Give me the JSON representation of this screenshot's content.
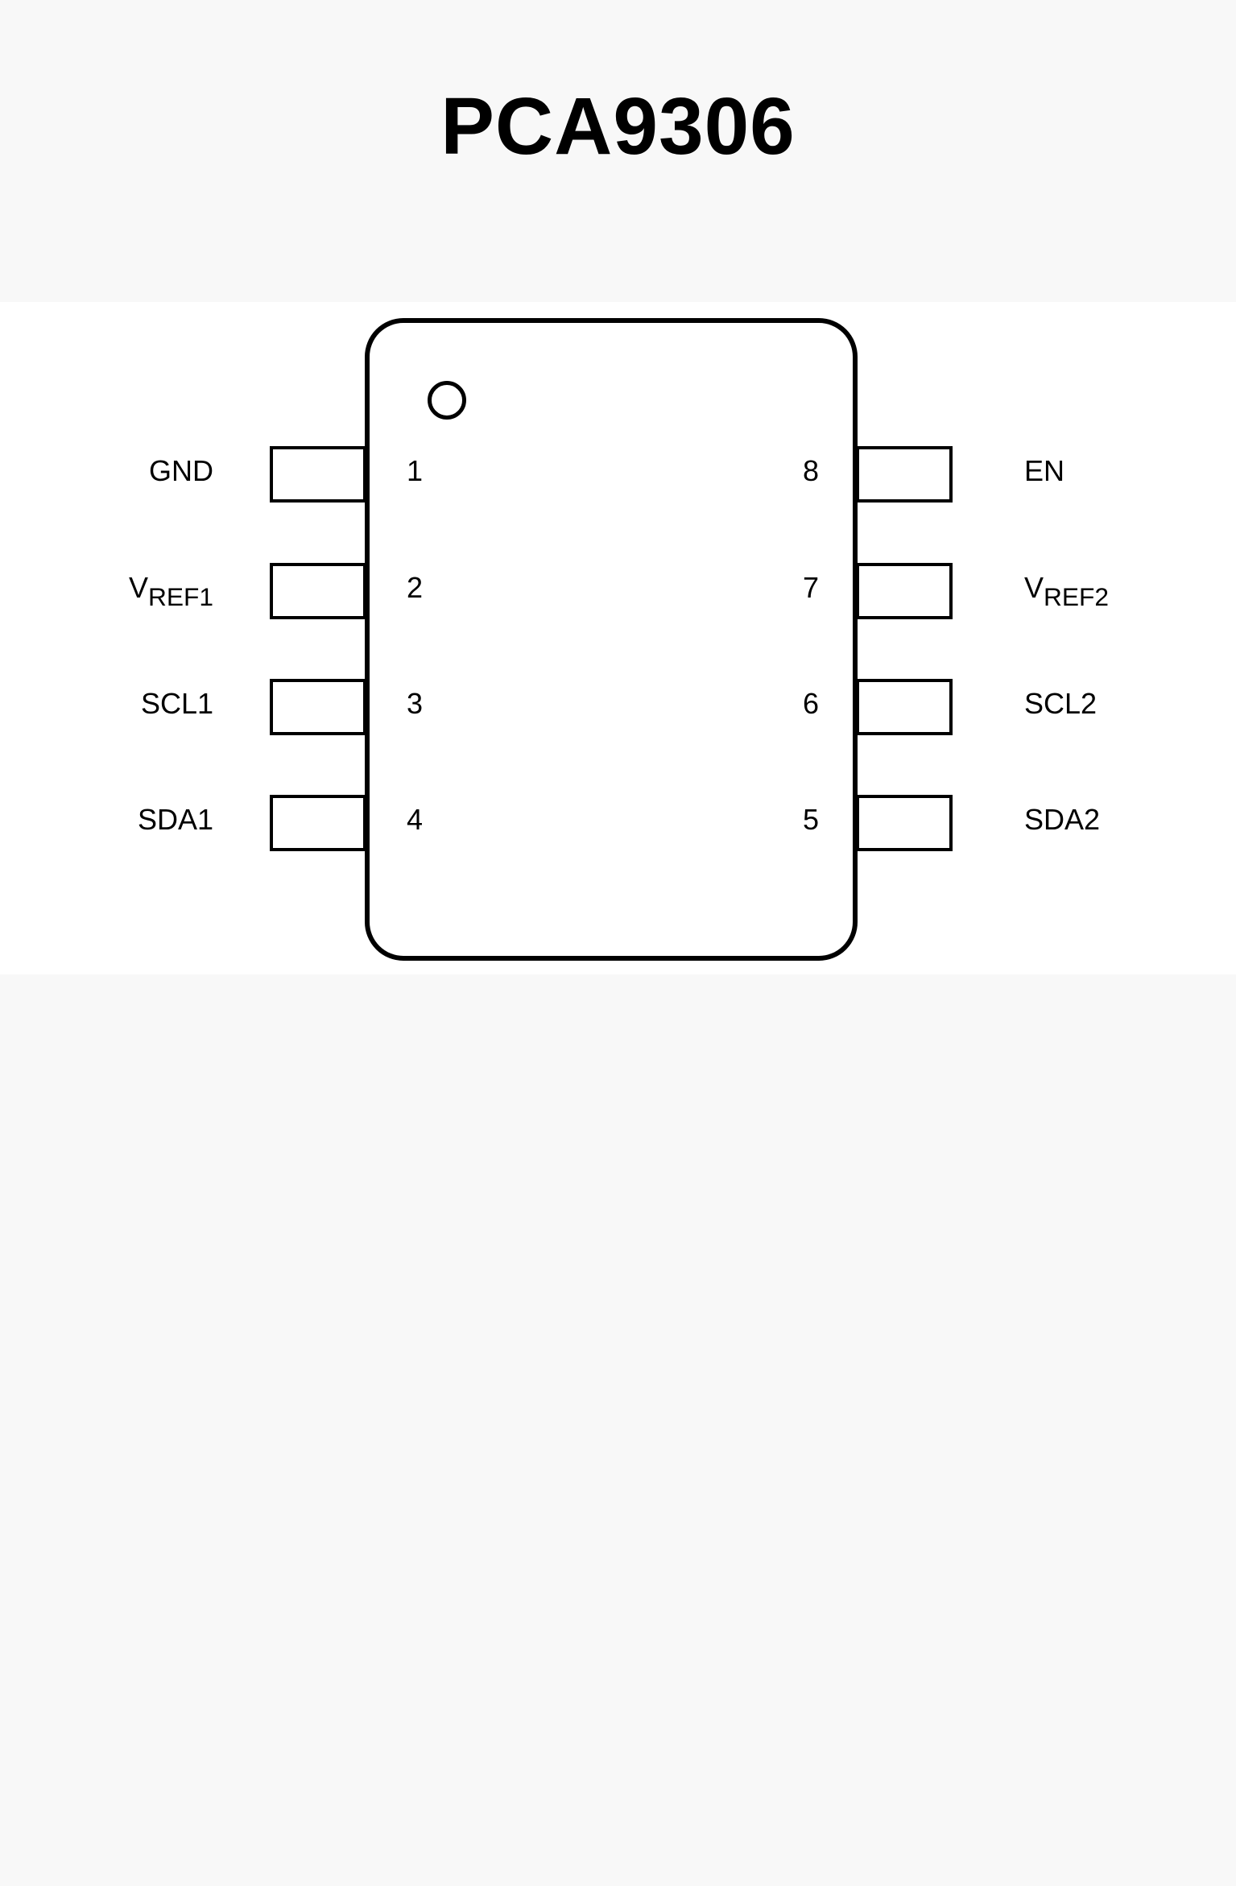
{
  "title": "PCA9306",
  "pins": {
    "left": [
      {
        "number": "1",
        "name": "GND"
      },
      {
        "number": "2",
        "name": "V",
        "subscript": "REF1"
      },
      {
        "number": "3",
        "name": "SCL1"
      },
      {
        "number": "4",
        "name": "SDA1"
      }
    ],
    "right": [
      {
        "number": "8",
        "name": "EN"
      },
      {
        "number": "7",
        "name": "V",
        "subscript": "REF2"
      },
      {
        "number": "6",
        "name": "SCL2"
      },
      {
        "number": "5",
        "name": "SDA2"
      }
    ]
  },
  "colors": {
    "outline": "#000000",
    "panel_background": "#ffffff",
    "page_background": "#f8f8f8"
  }
}
